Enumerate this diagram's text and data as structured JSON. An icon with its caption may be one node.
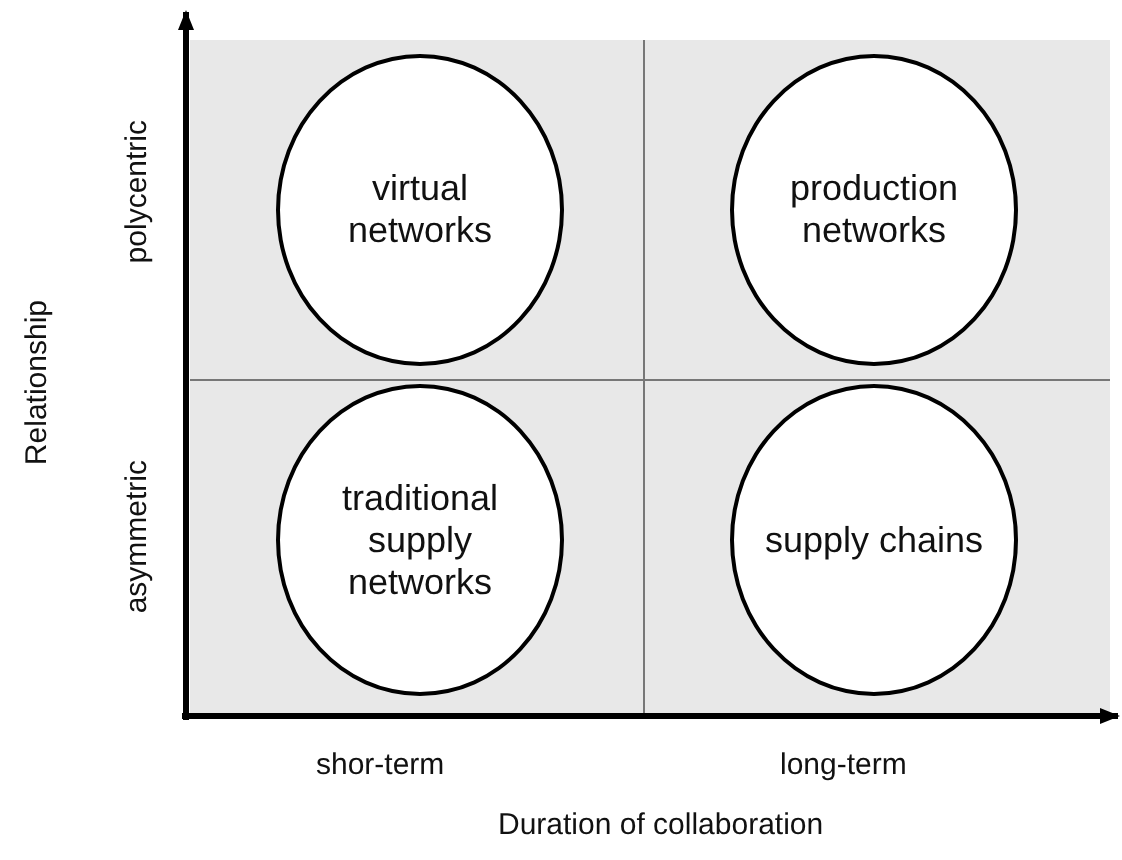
{
  "diagram": {
    "nodes": [
      {
        "text": [
          "virtual networks"
        ]
      },
      {
        "text": [
          "production networks"
        ]
      },
      {
        "text": [
          "traditional supply networks"
        ]
      },
      {
        "text": [
          "supply chains"
        ]
      }
    ],
    "labels": [
      "polycentric",
      "Relationship",
      "asymmetric",
      "shor-term",
      "long-term",
      "Duration of collaboration"
    ]
  }
}
